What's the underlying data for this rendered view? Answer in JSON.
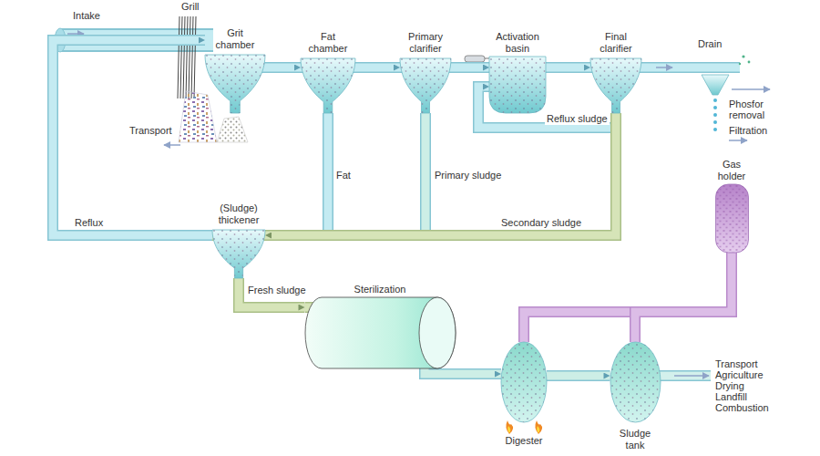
{
  "diagram": {
    "nodes": [
      {
        "text": [
          "Grit chamber"
        ]
      },
      {
        "text": [
          "Fat chamber"
        ]
      },
      {
        "text": [
          "Primary clarifier"
        ]
      },
      {
        "text": [
          "Activation basin"
        ]
      },
      {
        "text": [
          "Final clarifier"
        ]
      },
      {
        "text": [
          "(Sludge) thickener"
        ]
      },
      {
        "text": [
          "Sterilization"
        ]
      },
      {
        "text": [
          "Digester"
        ]
      },
      {
        "text": [
          "Sludge tank"
        ]
      },
      {
        "text": [
          "Gas holder"
        ]
      }
    ],
    "edges": [
      {
        "from": 0,
        "to": 1,
        "arrow": "to"
      },
      {
        "from": 1,
        "to": 2,
        "arrow": "to"
      },
      {
        "from": 2,
        "to": 3,
        "arrow": "to"
      },
      {
        "from": 3,
        "to": 4,
        "arrow": "to"
      },
      {
        "from": 4,
        "to": 3,
        "label": "Reflux sludge",
        "arrow": "to"
      },
      {
        "from": 1,
        "to": 5,
        "label": "Fat",
        "arrow": "to"
      },
      {
        "from": 2,
        "to": 5,
        "label": "Primary sludge",
        "arrow": "to"
      },
      {
        "from": 4,
        "to": 5,
        "label": "Secondary sludge",
        "arrow": "to"
      },
      {
        "from": 5,
        "to": 0,
        "label": "Reflux",
        "arrow": "to"
      },
      {
        "from": 5,
        "to": 6,
        "label": "Fresh sludge",
        "arrow": "to"
      },
      {
        "from": 6,
        "to": 7,
        "arrow": "to"
      },
      {
        "from": 7,
        "to": 8,
        "arrow": "to"
      },
      {
        "from": 9,
        "to": 7,
        "arrow": "none"
      },
      {
        "from": 9,
        "to": 8,
        "arrow": "none"
      }
    ],
    "labels": [
      "Intake",
      "Grill",
      "Transport",
      "Drain",
      "Phosfor removal",
      "Filtration",
      "Transport Agriculture Drying Landfill Combustion"
    ]
  }
}
